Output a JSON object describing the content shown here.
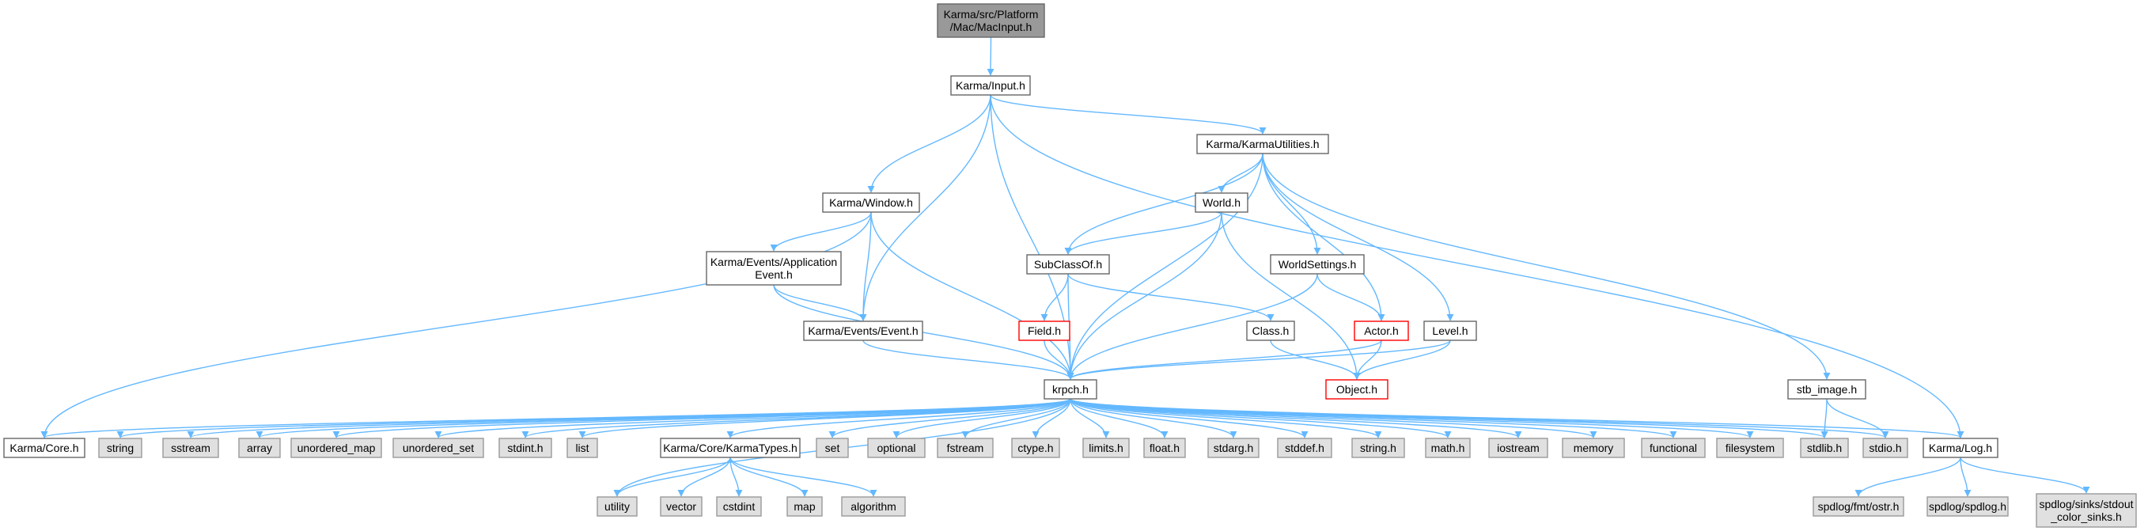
{
  "colors": {
    "edge": "#63b8ff",
    "normal_border": "#666666",
    "normal_fill": "#ffffff",
    "system_fill": "#e0e0e0",
    "system_border": "#999999",
    "root_fill": "#999999",
    "root_border": "#666666",
    "incomplete_border": "#ff0000"
  },
  "nodes": [
    {
      "id": "macinput",
      "kind": "root",
      "lines": [
        "Karma/src/Platform",
        "/Mac/MacInput.h"
      ]
    },
    {
      "id": "input",
      "kind": "normal",
      "lines": [
        "Karma/Input.h"
      ]
    },
    {
      "id": "window",
      "kind": "normal",
      "lines": [
        "Karma/Window.h"
      ]
    },
    {
      "id": "karmautilities",
      "kind": "normal",
      "lines": [
        "Karma/KarmaUtilities.h"
      ]
    },
    {
      "id": "world",
      "kind": "normal",
      "lines": [
        "World.h"
      ]
    },
    {
      "id": "appevent",
      "kind": "normal",
      "lines": [
        "Karma/Events/Application",
        "Event.h"
      ]
    },
    {
      "id": "subclassof",
      "kind": "normal",
      "lines": [
        "SubClassOf.h"
      ]
    },
    {
      "id": "worldsettings",
      "kind": "normal",
      "lines": [
        "WorldSettings.h"
      ]
    },
    {
      "id": "event",
      "kind": "normal",
      "lines": [
        "Karma/Events/Event.h"
      ]
    },
    {
      "id": "field",
      "kind": "incomplete",
      "lines": [
        "Field.h"
      ]
    },
    {
      "id": "class",
      "kind": "normal",
      "lines": [
        "Class.h"
      ]
    },
    {
      "id": "actor",
      "kind": "incomplete",
      "lines": [
        "Actor.h"
      ]
    },
    {
      "id": "level",
      "kind": "normal",
      "lines": [
        "Level.h"
      ]
    },
    {
      "id": "krpch",
      "kind": "normal",
      "lines": [
        "krpch.h"
      ]
    },
    {
      "id": "object",
      "kind": "incomplete",
      "lines": [
        "Object.h"
      ]
    },
    {
      "id": "stbimage",
      "kind": "normal",
      "lines": [
        "stb_image.h"
      ]
    },
    {
      "id": "core",
      "kind": "normal",
      "lines": [
        "Karma/Core.h"
      ]
    },
    {
      "id": "string",
      "kind": "system",
      "lines": [
        "string"
      ]
    },
    {
      "id": "sstream",
      "kind": "system",
      "lines": [
        "sstream"
      ]
    },
    {
      "id": "array",
      "kind": "system",
      "lines": [
        "array"
      ]
    },
    {
      "id": "unordered_map",
      "kind": "system",
      "lines": [
        "unordered_map"
      ]
    },
    {
      "id": "unordered_set",
      "kind": "system",
      "lines": [
        "unordered_set"
      ]
    },
    {
      "id": "stdint",
      "kind": "system",
      "lines": [
        "stdint.h"
      ]
    },
    {
      "id": "list",
      "kind": "system",
      "lines": [
        "list"
      ]
    },
    {
      "id": "karmatypes",
      "kind": "normal",
      "lines": [
        "Karma/Core/KarmaTypes.h"
      ]
    },
    {
      "id": "set",
      "kind": "system",
      "lines": [
        "set"
      ]
    },
    {
      "id": "optional",
      "kind": "system",
      "lines": [
        "optional"
      ]
    },
    {
      "id": "fstream",
      "kind": "system",
      "lines": [
        "fstream"
      ]
    },
    {
      "id": "ctype",
      "kind": "system",
      "lines": [
        "ctype.h"
      ]
    },
    {
      "id": "limits",
      "kind": "system",
      "lines": [
        "limits.h"
      ]
    },
    {
      "id": "float",
      "kind": "system",
      "lines": [
        "float.h"
      ]
    },
    {
      "id": "stdarg",
      "kind": "system",
      "lines": [
        "stdarg.h"
      ]
    },
    {
      "id": "stddef",
      "kind": "system",
      "lines": [
        "stddef.h"
      ]
    },
    {
      "id": "stringh",
      "kind": "system",
      "lines": [
        "string.h"
      ]
    },
    {
      "id": "math",
      "kind": "system",
      "lines": [
        "math.h"
      ]
    },
    {
      "id": "iostream",
      "kind": "system",
      "lines": [
        "iostream"
      ]
    },
    {
      "id": "memory",
      "kind": "system",
      "lines": [
        "memory"
      ]
    },
    {
      "id": "functional",
      "kind": "system",
      "lines": [
        "functional"
      ]
    },
    {
      "id": "filesystem",
      "kind": "system",
      "lines": [
        "filesystem"
      ]
    },
    {
      "id": "stdlib",
      "kind": "system",
      "lines": [
        "stdlib.h"
      ]
    },
    {
      "id": "stdio",
      "kind": "system",
      "lines": [
        "stdio.h"
      ]
    },
    {
      "id": "log",
      "kind": "normal",
      "lines": [
        "Karma/Log.h"
      ]
    },
    {
      "id": "utility",
      "kind": "system",
      "lines": [
        "utility"
      ]
    },
    {
      "id": "vector",
      "kind": "system",
      "lines": [
        "vector"
      ]
    },
    {
      "id": "cstdint",
      "kind": "system",
      "lines": [
        "cstdint"
      ]
    },
    {
      "id": "map",
      "kind": "system",
      "lines": [
        "map"
      ]
    },
    {
      "id": "algorithm",
      "kind": "system",
      "lines": [
        "algorithm"
      ]
    },
    {
      "id": "ostr",
      "kind": "system",
      "lines": [
        "spdlog/fmt/ostr.h"
      ]
    },
    {
      "id": "spdlog",
      "kind": "system",
      "lines": [
        "spdlog/spdlog.h"
      ]
    },
    {
      "id": "sinks",
      "kind": "system",
      "lines": [
        "spdlog/sinks/stdout",
        "_color_sinks.h"
      ]
    }
  ],
  "edges": [
    [
      "macinput",
      "input"
    ],
    [
      "input",
      "window"
    ],
    [
      "input",
      "karmautilities"
    ],
    [
      "input",
      "event"
    ],
    [
      "input",
      "krpch"
    ],
    [
      "input",
      "log"
    ],
    [
      "window",
      "core"
    ],
    [
      "window",
      "appevent"
    ],
    [
      "window",
      "event"
    ],
    [
      "window",
      "krpch"
    ],
    [
      "appevent",
      "event"
    ],
    [
      "appevent",
      "krpch"
    ],
    [
      "event",
      "krpch"
    ],
    [
      "karmautilities",
      "world"
    ],
    [
      "karmautilities",
      "subclassof"
    ],
    [
      "karmautilities",
      "worldsettings"
    ],
    [
      "karmautilities",
      "actor"
    ],
    [
      "karmautilities",
      "level"
    ],
    [
      "karmautilities",
      "stbimage"
    ],
    [
      "karmautilities",
      "krpch"
    ],
    [
      "world",
      "subclassof"
    ],
    [
      "world",
      "krpch"
    ],
    [
      "world",
      "object"
    ],
    [
      "subclassof",
      "field"
    ],
    [
      "subclassof",
      "class"
    ],
    [
      "subclassof",
      "krpch"
    ],
    [
      "worldsettings",
      "actor"
    ],
    [
      "worldsettings",
      "krpch"
    ],
    [
      "field",
      "krpch"
    ],
    [
      "class",
      "object"
    ],
    [
      "actor",
      "object"
    ],
    [
      "level",
      "krpch"
    ],
    [
      "level",
      "object"
    ],
    [
      "actor",
      "krpch"
    ],
    [
      "stbimage",
      "stdlib"
    ],
    [
      "stbimage",
      "stdio"
    ],
    [
      "krpch",
      "core"
    ],
    [
      "krpch",
      "string"
    ],
    [
      "krpch",
      "sstream"
    ],
    [
      "krpch",
      "array"
    ],
    [
      "krpch",
      "unordered_map"
    ],
    [
      "krpch",
      "unordered_set"
    ],
    [
      "krpch",
      "stdint"
    ],
    [
      "krpch",
      "list"
    ],
    [
      "krpch",
      "utility"
    ],
    [
      "krpch",
      "karmatypes"
    ],
    [
      "krpch",
      "set"
    ],
    [
      "krpch",
      "optional"
    ],
    [
      "krpch",
      "fstream"
    ],
    [
      "krpch",
      "ctype"
    ],
    [
      "krpch",
      "limits"
    ],
    [
      "krpch",
      "float"
    ],
    [
      "krpch",
      "stdarg"
    ],
    [
      "krpch",
      "stddef"
    ],
    [
      "krpch",
      "stringh"
    ],
    [
      "krpch",
      "math"
    ],
    [
      "krpch",
      "iostream"
    ],
    [
      "krpch",
      "memory"
    ],
    [
      "krpch",
      "functional"
    ],
    [
      "krpch",
      "filesystem"
    ],
    [
      "krpch",
      "stdlib"
    ],
    [
      "krpch",
      "stdio"
    ],
    [
      "krpch",
      "log"
    ],
    [
      "karmatypes",
      "utility"
    ],
    [
      "karmatypes",
      "vector"
    ],
    [
      "karmatypes",
      "cstdint"
    ],
    [
      "karmatypes",
      "map"
    ],
    [
      "karmatypes",
      "algorithm"
    ],
    [
      "log",
      "ostr"
    ],
    [
      "log",
      "spdlog"
    ],
    [
      "log",
      "sinks"
    ]
  ]
}
